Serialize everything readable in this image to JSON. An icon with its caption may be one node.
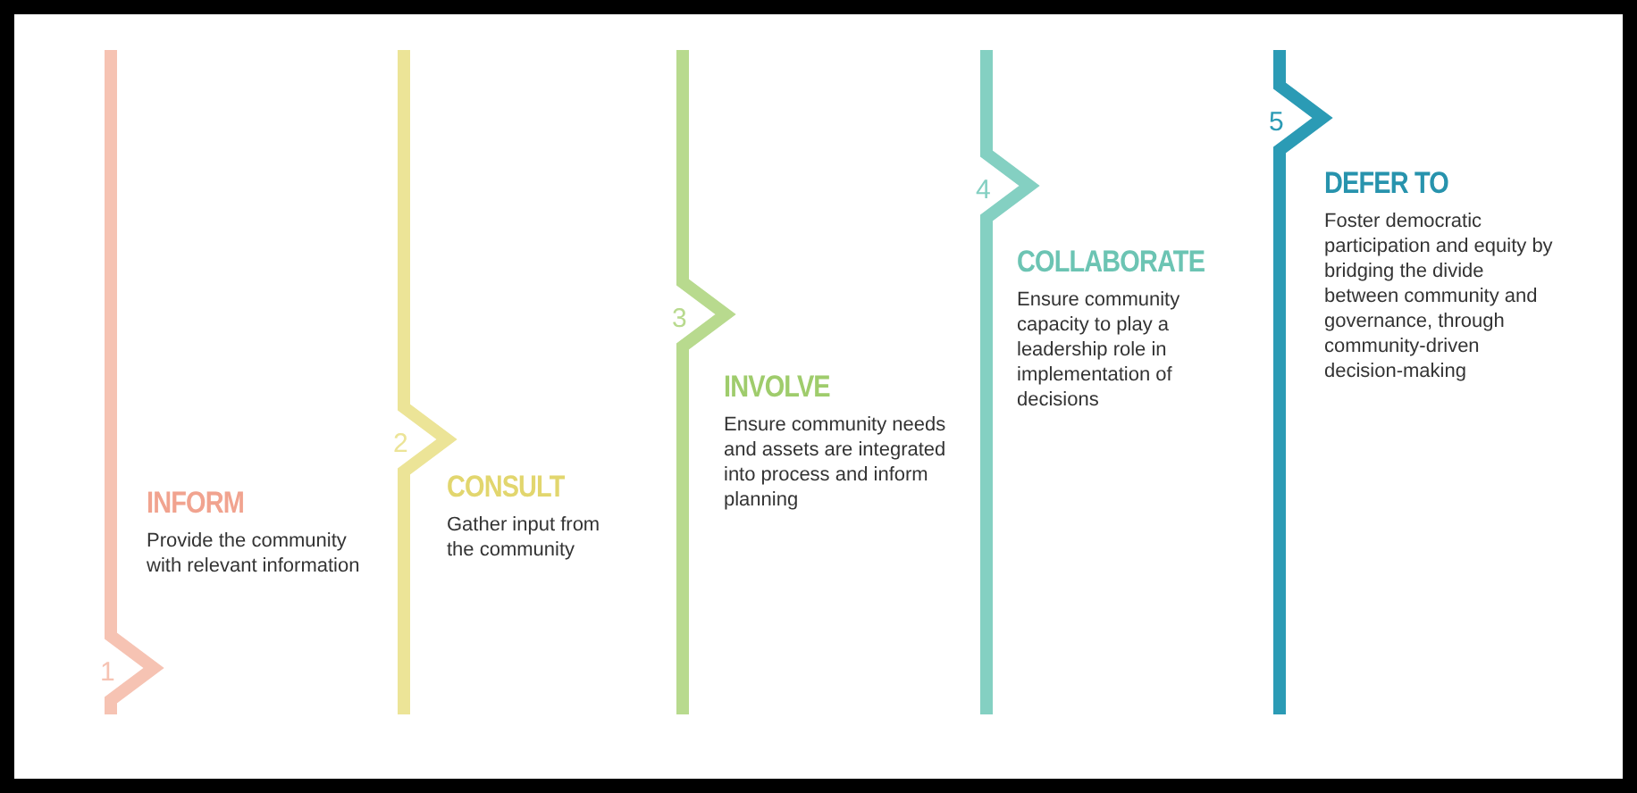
{
  "diagram": {
    "nodes": [
      {
        "text": [
          "INFORM",
          "Provide the community with relevant information"
        ],
        "beside": [
          "1"
        ]
      },
      {
        "text": [
          "CONSULT",
          "Gather input from the community"
        ],
        "beside": [
          "2"
        ]
      },
      {
        "text": [
          "INVOLVE",
          "Ensure community needs and assets are integrated into process and inform planning"
        ],
        "beside": [
          "3"
        ]
      },
      {
        "text": [
          "COLLABORATE",
          "Ensure community capacity to play a leadership role in implementation of decisions"
        ],
        "beside": [
          "4"
        ]
      },
      {
        "text": [
          "DEFER TO",
          "Foster democratic participation and equity by bridging the divide between community and governance, through community-driven decision-making"
        ],
        "beside": [
          "5"
        ]
      }
    ]
  }
}
